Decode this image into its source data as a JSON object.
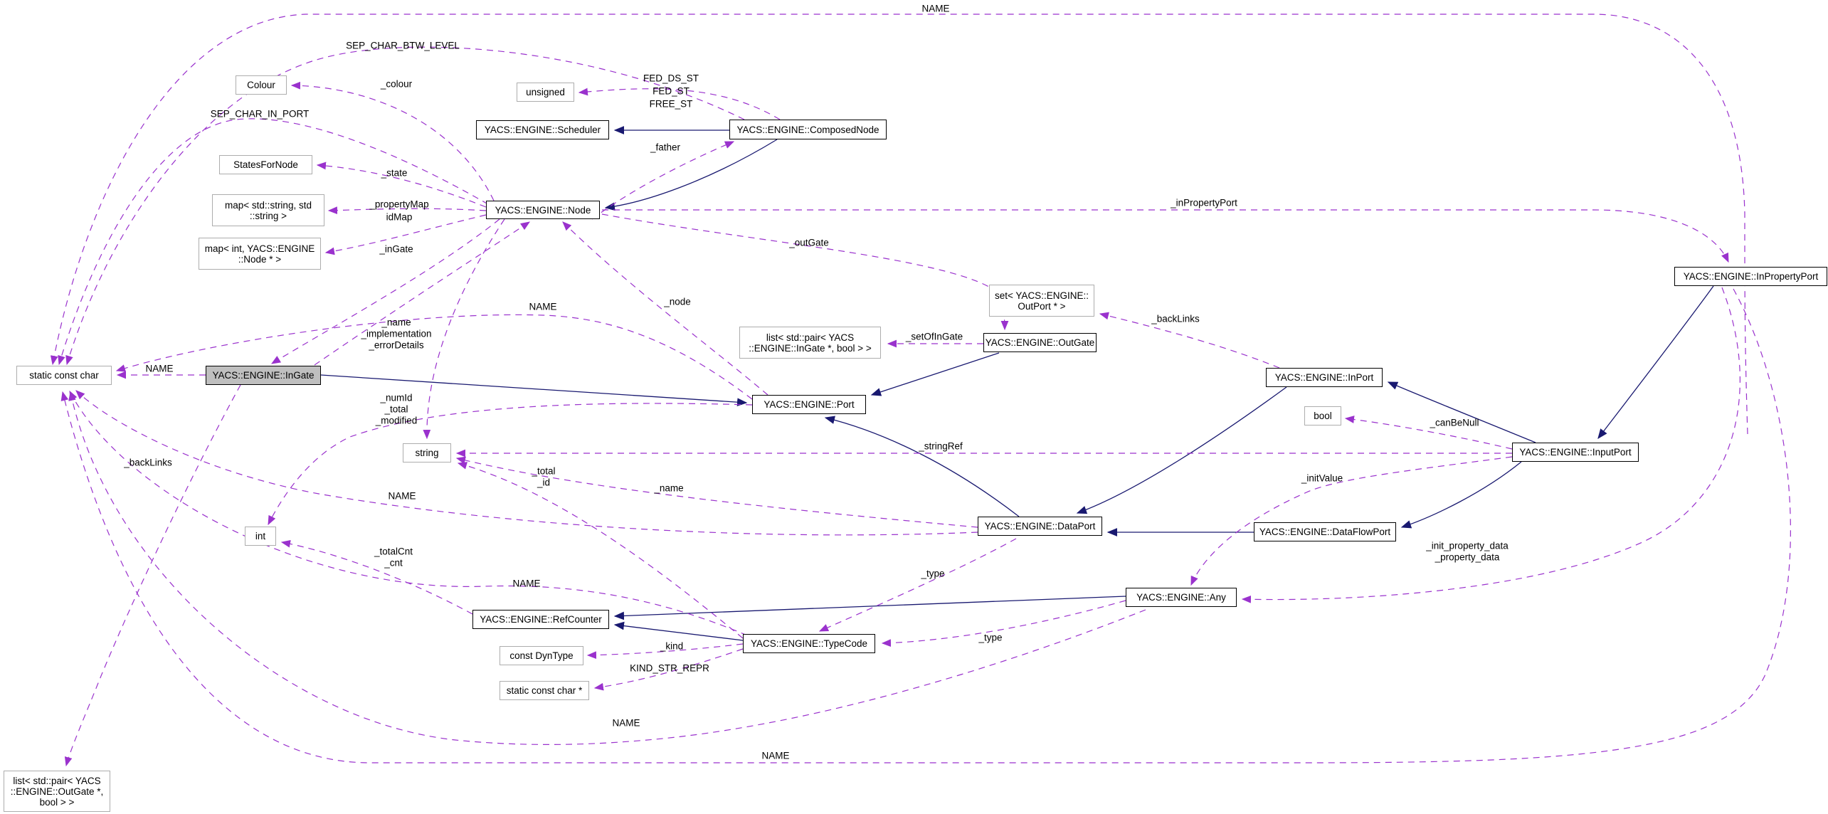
{
  "diagram": {
    "title": "YACS ENGINE collaboration diagram",
    "colors": {
      "inheritance_edge": "#191970",
      "usage_edge": "#9a32cd",
      "box_fill_highlight": "#bfbfbf"
    }
  },
  "boxes": {
    "colour": {
      "label": "Colour"
    },
    "unsigned_box": {
      "label": "unsigned"
    },
    "scheduler": {
      "label": "YACS::ENGINE::Scheduler"
    },
    "composednode": {
      "label": "YACS::ENGINE::ComposedNode"
    },
    "statesfornode": {
      "label": "StatesForNode"
    },
    "map_string": {
      "lines": [
        "map< std::string, std",
        "::string >"
      ]
    },
    "node": {
      "label": "YACS::ENGINE::Node"
    },
    "map_int": {
      "lines": [
        "map< int, YACS::ENGINE",
        "::Node * >"
      ]
    },
    "scc": {
      "label": "static const char"
    },
    "ingate": {
      "label": "YACS::ENGINE::InGate"
    },
    "list_ingate": {
      "lines": [
        "list< std::pair< YACS",
        "::ENGINE::InGate *, bool > >"
      ]
    },
    "set_outport": {
      "lines": [
        "set< YACS::ENGINE::",
        "OutPort * >"
      ]
    },
    "outgate": {
      "label": "YACS::ENGINE::OutGate"
    },
    "inport": {
      "label": "YACS::ENGINE::InPort"
    },
    "port": {
      "label": "YACS::ENGINE::Port"
    },
    "bool_box": {
      "label": "bool"
    },
    "inputport": {
      "label": "YACS::ENGINE::InputPort"
    },
    "string_box": {
      "label": "string"
    },
    "dataport": {
      "label": "YACS::ENGINE::DataPort"
    },
    "dataflowport": {
      "label": "YACS::ENGINE::DataFlowPort"
    },
    "int_box": {
      "label": "int"
    },
    "any": {
      "label": "YACS::ENGINE::Any"
    },
    "refcounter": {
      "label": "YACS::ENGINE::RefCounter"
    },
    "typecode": {
      "label": "YACS::ENGINE::TypeCode"
    },
    "dyntype": {
      "label": "const DynType"
    },
    "sccp": {
      "label": "static const char *"
    },
    "inpropertyport": {
      "label": "YACS::ENGINE::InPropertyPort"
    },
    "list_outgate": {
      "lines": [
        "list< std::pair< YACS",
        "::ENGINE::OutGate *,",
        "bool > >"
      ]
    }
  },
  "labels": {
    "name_top": "NAME",
    "sep_char_btw_level": "SEP_CHAR_BTW_LEVEL",
    "colour_m": "_colour",
    "fed_ds_st": "FED_DS_ST",
    "fed_st": "FED_ST",
    "free_st": "FREE_ST",
    "sep_char_in_port": "SEP_CHAR_IN_PORT",
    "father": "_father",
    "state": "_state",
    "property_map": "_propertyMap",
    "id_map": "idMap",
    "in_property_port": "_inPropertyPort",
    "in_gate": "_inGate",
    "out_gate": "_outGate",
    "name_port": "NAME",
    "node_m": "_node",
    "back_links_right": "_backLinks",
    "set_of_in_gate": "_setOfInGate",
    "name_mem": "_name",
    "implementation": "_implementation",
    "error_details": "_errorDetails",
    "name_ingate": "NAME",
    "num_id": "_numId",
    "total": "_total",
    "modified": "_modified",
    "can_be_null": "_canBeNull",
    "string_ref": "_stringRef",
    "init_value": "_initValue",
    "back_links_left": "_backLinks",
    "total2": "_total",
    "id2": "_id",
    "name_dataport_m": "_name",
    "name_string": "NAME",
    "total_cnt": "_totalCnt",
    "cnt": "_cnt",
    "init_property_data": "_init_property_data",
    "property_data": "_property_data",
    "name_ref": "NAME",
    "type_any": "_type",
    "type_tc": "_type",
    "kind": "_kind",
    "kind_str_repr": "KIND_STR_REPR",
    "name_bottom1": "NAME",
    "name_bottom2": "NAME"
  }
}
